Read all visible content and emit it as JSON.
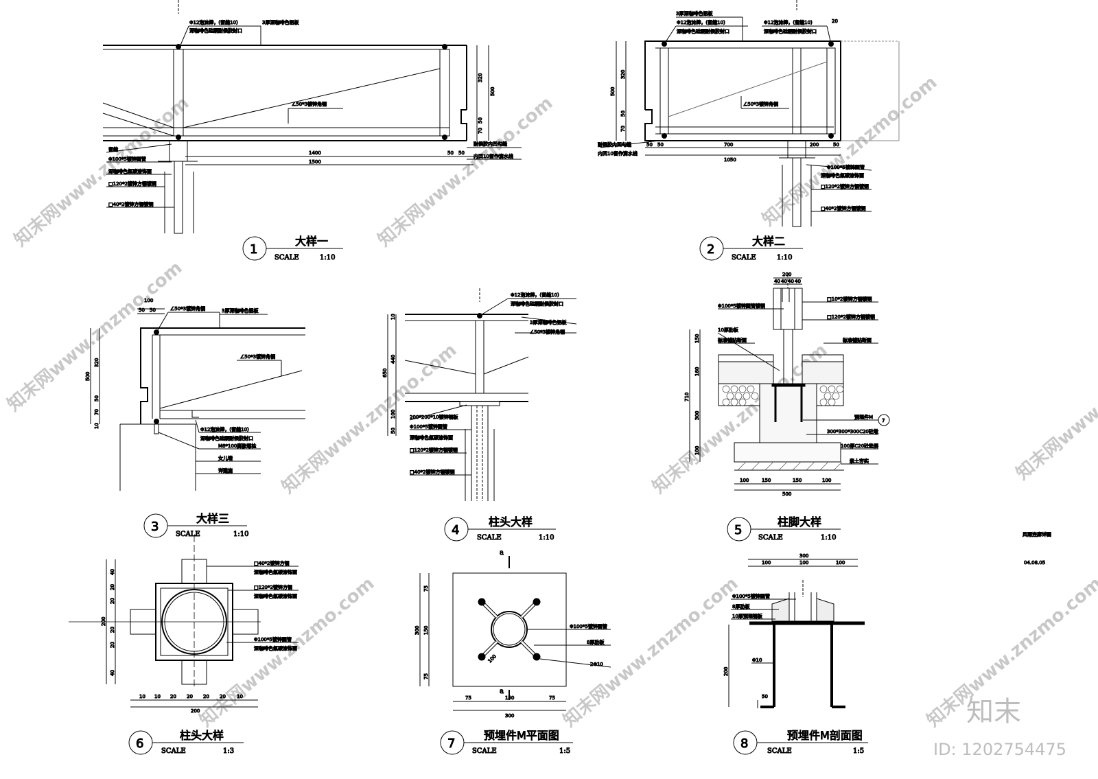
{
  "details": [
    {
      "no": "1",
      "title": "大样一",
      "scale_label": "SCALE",
      "scale": "1:10"
    },
    {
      "no": "2",
      "title": "大样二",
      "scale_label": "SCALE",
      "scale": "1:10"
    },
    {
      "no": "3",
      "title": "大样三",
      "scale_label": "SCALE",
      "scale": "1:10"
    },
    {
      "no": "4",
      "title": "柱头大样",
      "scale_label": "SCALE",
      "scale": "1:10"
    },
    {
      "no": "5",
      "title": "柱脚大样",
      "scale_label": "SCALE",
      "scale": "1:10"
    },
    {
      "no": "6",
      "title": "柱头大样",
      "scale_label": "SCALE",
      "scale": "1:3"
    },
    {
      "no": "7",
      "title": "预埋件M平面图",
      "scale_label": "SCALE",
      "scale": "1:5"
    },
    {
      "no": "8",
      "title": "预埋件M剖面图",
      "scale_label": "SCALE",
      "scale": "1:5"
    }
  ],
  "notes": {
    "d1": {
      "a": "Φ12泡沫棒，(留缝10)",
      "b": "深咖啡色硅酮耐候胶封口",
      "c": "3厚深咖啡色铝板",
      "d": "∠50*3镀锌角钢",
      "e": "留缝",
      "f": "Φ100*5镀锌圆管",
      "g": "深咖啡色氟碳漆饰面",
      "h": "□120*2镀锌方钢镀铜",
      "i": "□40*2镀锌方钢镀铜",
      "j": "耐候胶内凹勾缝",
      "k": "内凹10留作滴水线",
      "dim_1400": "1400",
      "dim_1500": "1500",
      "dim_50": "50",
      "dim_320": "320",
      "dim_500": "500",
      "dim_70": "70"
    },
    "d2": {
      "a": "3厚深咖啡色铝板",
      "b": "Φ12泡沫棒，(留缝10)",
      "c": "深咖啡色硅酮耐候胶封口",
      "d": "∠50*3镀锌角钢",
      "e": "耐候胶内凹勾缝",
      "f": "内凹10留作滴水线",
      "g": "Φ100*5镀锌圆管",
      "h": "深咖啡色氟碳漆饰面",
      "i": "□120*2镀锌方钢镀铜",
      "j": "□40*2镀锌方钢镀铜",
      "dim_700": "700",
      "dim_200": "200",
      "dim_1050": "1050",
      "dim_20": "20",
      "dim_500": "500",
      "dim_320": "320",
      "dim_50": "50",
      "dim_70": "70"
    },
    "d3": {
      "a": "∠50*3镀锌角钢",
      "b": "3厚深咖啡色铝板",
      "c": "∠50*3镀锌角钢",
      "d": "Φ12泡沫棒，(留缝10)",
      "e": "深咖啡色硅酮耐候胶封口",
      "f": "M8*100膨胀螺栓",
      "g": "女儿墙",
      "h": "详建施",
      "dim_100": "100",
      "dim_50": "50",
      "dim_500": "500",
      "dim_320": "320",
      "dim_10": "10",
      "dim_70": "70"
    },
    "d4": {
      "a": "Φ12泡沫棒，(留缝10)",
      "b": "深咖啡色硅酮耐候胶封口",
      "c": "3厚深咖啡色铝板",
      "d": "∠50*3镀锌角钢",
      "e": "200*200*10镀锌钢板",
      "f": "Φ100*5镀锌圆管",
      "g": "深咖啡色氟碳漆饰面",
      "h": "□120*2镀锌方钢镀铜",
      "i": "□40*2镀锌方钢镀铜",
      "dim_650": "650",
      "dim_440": "440",
      "dim_100": "100",
      "dim_50": "50",
      "dim_10": "10"
    },
    "d5": {
      "a": "□10*2镀锌方钢镀铜",
      "b": "Φ100*5镀锌圆管镀铜",
      "c": "□120*2镀锌方钢镀铜",
      "d": "10厚肋板",
      "e": "标准铺贴断面",
      "f": "标准铺贴断面",
      "g": "预埋件M",
      "h": "300*300*300C20砼墩",
      "i": "100厚C20砼垫层",
      "j": "素土夯实",
      "dim_200": "200",
      "dim_40": "40",
      "dim_710": "710",
      "dim_150": "150",
      "dim_160": "160",
      "dim_300": "300",
      "dim_100": "100",
      "dim_500": "500",
      "ref": "7"
    },
    "d6": {
      "a": "□40*2镀锌方钢",
      "b": "深咖啡色氟碳漆饰面",
      "c": "□120*2镀锌方钢",
      "d": "深咖啡色氟碳漆饰面",
      "e": "Φ100*5镀锌圆管",
      "f": "深咖啡色氟碳漆饰面",
      "dim_40": "40",
      "dim_20": "20",
      "dim_200": "200",
      "dim_10": "10"
    },
    "d7": {
      "a": "Φ100*5镀锌圆管",
      "b": "8厚肋板",
      "c": "2Φ10",
      "sec": "a",
      "dim_300": "300",
      "dim_150": "150",
      "dim_75": "75",
      "dim_100": "100"
    },
    "d8": {
      "a": "Φ100*5镀锌圆管",
      "b": "8厚肋板",
      "c": "10厚预埋钢板",
      "d": "Φ10",
      "dim_300": "300",
      "dim_100": "100",
      "dim_200": "200",
      "dim_50": "50"
    }
  },
  "sheet_note": {
    "title": "风雨连廊详图",
    "date": "04.08.05"
  },
  "watermark": {
    "text": "知末网www.znzmo.com",
    "brand": "知末",
    "id": "ID: 1202754475"
  }
}
